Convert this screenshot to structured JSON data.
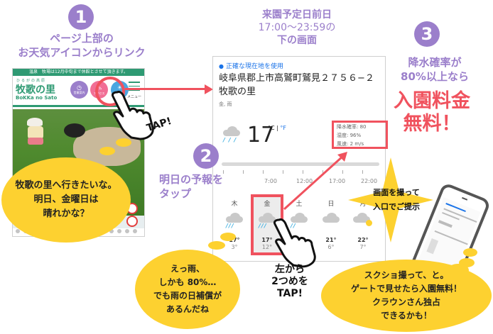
{
  "step1": {
    "number": "1",
    "title_line1": "ページ上部の",
    "title_line2": "お天気アイコンからリンク",
    "tap_label": "TAP!",
    "site": {
      "notice": "温泉　牧場は12月中旬まで休館とさせて頂きます。",
      "logo_sub": "ひるがの高原",
      "logo": "牧歌の里",
      "logo_en": "BoKKa no Sato",
      "buttons": [
        {
          "label": "営業案内",
          "color": "#9b7fcb",
          "icon": "clock-icon"
        },
        {
          "label": "アクセス",
          "color": "#f16e95",
          "icon": "car-icon"
        },
        {
          "label": "お天気",
          "color": "#4aa6e0",
          "icon": "weather-icon"
        }
      ],
      "menu_label": "メニュー",
      "active_dot_index": 4,
      "dot_count": 16
    },
    "bubble": {
      "line1": "牧歌の里へ行きたいな。",
      "line2": "明日、金曜日は",
      "line3": "晴れかな？"
    }
  },
  "step_header": {
    "line1": "来園予定日前日",
    "line2": "17:00〜23:59の",
    "line3": "下の画面"
  },
  "weather": {
    "location_label": "正確な現在地を使用",
    "address_line1": "岐阜県郡上市高鷲町鷲見２７５６−２",
    "address_line2": "牧歌の里",
    "subtitle": "金, 雨",
    "current_temp": "17",
    "unit_c": "°C",
    "unit_sep": " | ",
    "unit_f": "°F",
    "details": {
      "precip": "降水確率: 80",
      "humidity": "湿度: 96%",
      "wind": "風速: 2 m/s"
    },
    "hours": [
      "7:00",
      "12:00",
      "17:00",
      "22:00"
    ],
    "days": [
      {
        "name": "木",
        "hi": "17°",
        "lo": "3°",
        "icon": "rain-cloud-icon"
      },
      {
        "name": "金",
        "hi": "17°",
        "lo": "12°",
        "icon": "rain-cloud-icon",
        "selected": true
      },
      {
        "name": "土",
        "hi": "",
        "lo": "",
        "icon": "rain-cloud-icon"
      },
      {
        "name": "日",
        "hi": "21°",
        "lo": "6°",
        "icon": "cloud-icon"
      },
      {
        "name": "月",
        "hi": "22°",
        "lo": "7°",
        "icon": "partly-sunny-icon"
      }
    ]
  },
  "step2": {
    "number": "2",
    "title_line1": "明日の予報を",
    "title_line2": "タップ",
    "tap_label_line1": "左から",
    "tap_label_line2": "2つめを",
    "tap_label_line3": "TAP!",
    "bubble": {
      "line1": "えっ雨、",
      "line2": "しかも 80%…",
      "line3": "でも雨の日補償が",
      "line4": "あるんだね"
    }
  },
  "step3": {
    "number": "3",
    "title_line1": "降水確率が",
    "title_line2": "80%以上なら",
    "big_line1": "入園料金",
    "big_line2": "無料！",
    "star_line1": "画面を撮って",
    "star_line2": "入口でご提示",
    "bubble": {
      "line1": "スクショ撮って、と。",
      "line2": "ゲートで見せたら入園無料！",
      "line3": "クラウンさん独占",
      "line4": "できるかも！"
    }
  },
  "colors": {
    "purple": "#9b7fcb",
    "red": "#f0525e",
    "yellow": "#fdd130",
    "green": "#2e9a73",
    "blue": "#1a73e8"
  }
}
